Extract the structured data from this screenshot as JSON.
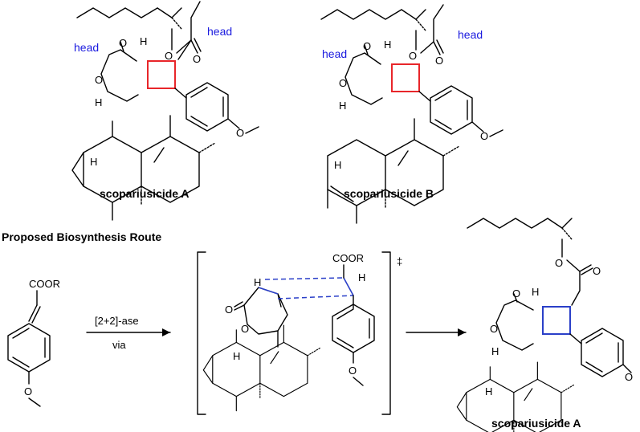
{
  "colors": {
    "tag_blue": "#1a1adf",
    "ring_red": "#e8262a",
    "ring_blue": "#2a3fc8",
    "dash_blue": "#2a3fc8",
    "ink": "#000000"
  },
  "structures": {
    "top_left": {
      "caption": "scopariusicide A",
      "tag_left": "head",
      "tag_right": "head"
    },
    "top_right": {
      "caption": "scopariusicide B",
      "tag_left": "head",
      "tag_right": "head"
    },
    "product": {
      "caption": "scopariusicide A"
    }
  },
  "atoms": {
    "O": "O",
    "H": "H",
    "ester": "COOR"
  },
  "section": {
    "title": "Proposed Biosynthesis Route"
  },
  "arrow1": {
    "top_label": "[2+2]-ase",
    "bottom_label": "via"
  },
  "ts": {
    "symbol": "‡"
  }
}
